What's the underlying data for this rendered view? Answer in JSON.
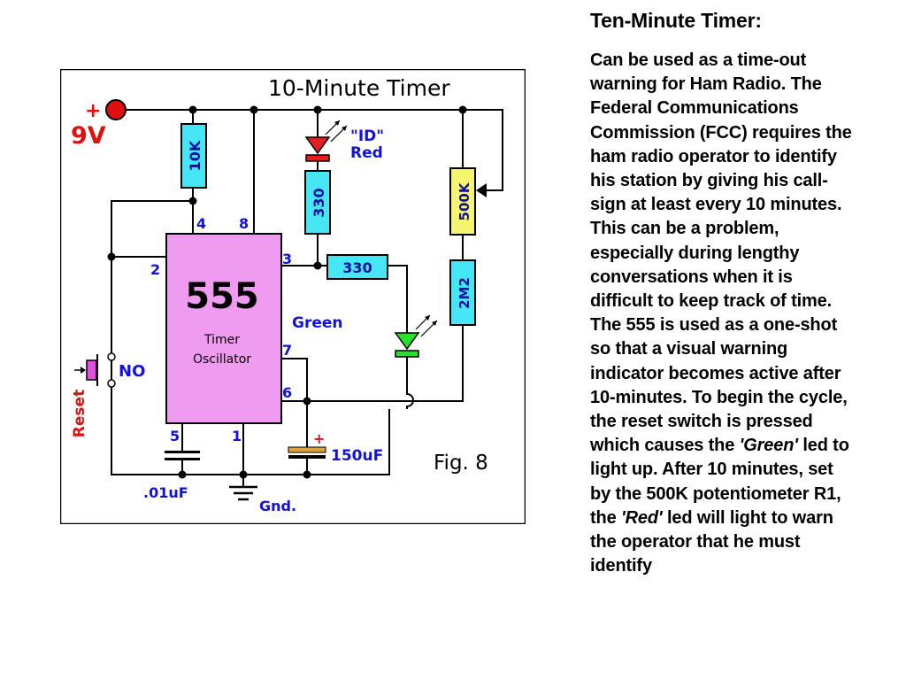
{
  "diagram": {
    "title": "10-Minute Timer",
    "figure_label": "Fig. 8",
    "supply": {
      "plus": "+",
      "voltage": "9V"
    },
    "ic": {
      "part": "555",
      "line1": "Timer",
      "line2": "Oscillator"
    },
    "pins": {
      "p2": "2",
      "p3": "3",
      "p4": "4",
      "p5": "5",
      "p6": "6",
      "p7": "7",
      "p8": "8",
      "p1": "1"
    },
    "resistors": {
      "r_10k": "10K",
      "r_330_red": "330",
      "r_330_green": "330",
      "r_500k": "500K",
      "r_2m2": "2M2"
    },
    "leds": {
      "red_label_line1": "\"ID\"",
      "red_label_line2": "Red",
      "green_label": "Green"
    },
    "capacitors": {
      "c_150uf": "150uF",
      "c_01uf": ".01uF",
      "c_plus": "+"
    },
    "switch": {
      "label": "Reset",
      "type": "NO"
    },
    "ground": "Gnd.",
    "colors": {
      "wire": "#000000",
      "ic_fill": "#ef9bf0",
      "resistor_fill": "#46e6f5",
      "pot_fill": "#f5f56e",
      "red_led": "#e02020",
      "green_led": "#28e028",
      "supply_dot": "#e01010",
      "label_red": "#e01010",
      "label_blue": "#1010e0",
      "cap_plate": "#d9a33a",
      "switch_button": "#e050e0"
    }
  },
  "description": {
    "heading": "Ten-Minute Timer:",
    "body_1": "Can be used as a time-out warning for Ham Radio. The Federal Communications Commission (FCC) requires the ham radio operator to identify his station by giving his call-sign at least every 10 minutes. This can be a problem, especially during lengthy conversations when it is difficult to keep track of time. The 555 is used as a one-shot so that a visual warning indicator becomes active after 10-minutes. To begin the cycle, the reset switch is pressed which causes the",
    "green_word": "'Green'",
    "body_2": "led to light up. After 10 minutes, set by the 500K potentiometer R1, the",
    "red_word": "'Red'",
    "body_3": "led will light to warn the operator that he must identify"
  }
}
